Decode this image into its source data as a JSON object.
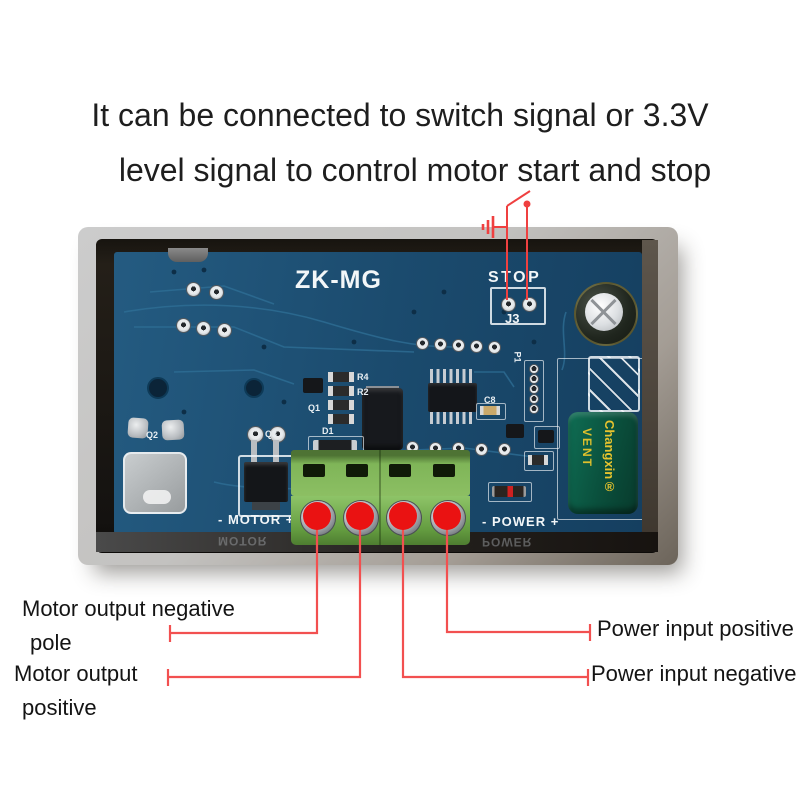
{
  "title": {
    "line1": "It can be connected to switch signal or 3.3V",
    "line2": "level signal to control motor start and stop"
  },
  "device": {
    "model": "ZK-MG",
    "stop_label": "STOP",
    "j3_label": "J3",
    "silkscreen": {
      "minus": "-",
      "plus": "+",
      "motor": "MOTOR",
      "power": "POWER"
    },
    "refs": {
      "q1": "Q1",
      "q2": "Q2",
      "q3": "Q3",
      "d1": "D1",
      "r2": "R2",
      "r4": "R4",
      "c8": "C8",
      "p1": "P1"
    },
    "capacitor": {
      "brand": "Changxin®",
      "vent": "VENT"
    }
  },
  "annotations": {
    "motor_negative": {
      "line1": "Motor output negative",
      "line2": "pole"
    },
    "motor_positive": {
      "line1": "Motor output",
      "line2": "positive"
    },
    "power_positive": "Power input positive",
    "power_negative": "Power input negative"
  },
  "colors": {
    "annotation_red": "#ef4040",
    "marker_red": "#ea1212",
    "pcb_blue": "#1b4c70",
    "case_gray": "#bdbdbd",
    "terminal_green": "#6aa84c",
    "silkscreen_white": "#f2f6f8"
  }
}
